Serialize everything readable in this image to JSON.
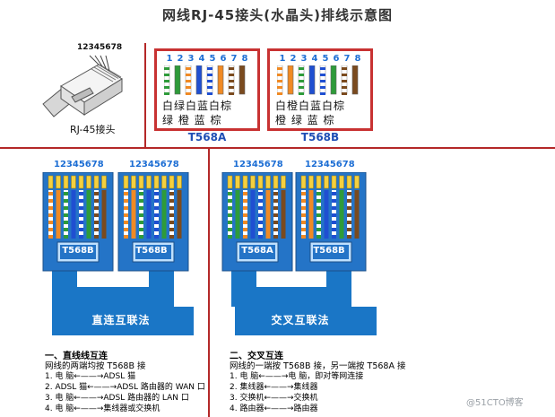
{
  "title": "网线RJ-45接头(水晶头)排线示意图",
  "plug": {
    "pin_numbers": "12345678",
    "caption": "RJ-45接头"
  },
  "standards": [
    {
      "id": "t568a",
      "label": "T568A",
      "pins": [
        "1",
        "2",
        "3",
        "4",
        "5",
        "6",
        "7",
        "8"
      ],
      "wire_names_top": "白绿白蓝白棕",
      "wire_names_bottom": "绿 橙 蓝 棕",
      "colors": [
        "stripe:#2e9b3a",
        "#2e9b3a",
        "stripe:#f08a24",
        "#1f4fd1",
        "stripe:#1f4fd1",
        "#f08a24",
        "stripe:#7a4a1e",
        "#7a4a1e"
      ]
    },
    {
      "id": "t568b",
      "label": "T568B",
      "pins": [
        "1",
        "2",
        "3",
        "4",
        "5",
        "6",
        "7",
        "8"
      ],
      "wire_names_top": "白橙白蓝白棕",
      "wire_names_bottom": "橙 绿 蓝 棕",
      "colors": [
        "stripe:#f08a24",
        "#f08a24",
        "stripe:#2e9b3a",
        "#1f4fd1",
        "stripe:#1f4fd1",
        "#2e9b3a",
        "stripe:#7a4a1e",
        "#7a4a1e"
      ]
    }
  ],
  "straight": {
    "connectors": [
      {
        "pin_numbers": "12345678",
        "label": "T568B"
      },
      {
        "pin_numbers": "12345678",
        "label": "T568B"
      }
    ],
    "band_label": "直连互联法",
    "section_heading": "一、直线线互连",
    "section_sub": "网线的两端均按 T568B 接",
    "rows": [
      "1.  电    脑←——→ADSL 猫",
      "2.  ADSL 猫←——→ADSL 路由器的 WAN 口",
      "3.  电    脑←——→ADSL 路由器的 LAN 口",
      "4.  电    脑←——→集线器或交换机"
    ]
  },
  "crossover": {
    "connectors": [
      {
        "pin_numbers": "12345678",
        "label": "T568A"
      },
      {
        "pin_numbers": "12345678",
        "label": "T568B"
      }
    ],
    "band_label": "交叉互联法",
    "section_heading": "二、交叉互连",
    "section_sub": "网线的一端按 T568B 接，另一端按 T568A 接",
    "rows": [
      "1.  电    脑←——→电    脑，即对等网连接",
      "2.  集线器←——→集线器",
      "3.  交换机←——→交换机",
      "4.  路由器←——→路由器"
    ]
  },
  "watermark": "@51CTO博客",
  "palette": {
    "divider": "#b42828",
    "accent_blue": "#1a76c6",
    "connector_bg": "#2474c7",
    "label_box": "#bfe0ff"
  }
}
